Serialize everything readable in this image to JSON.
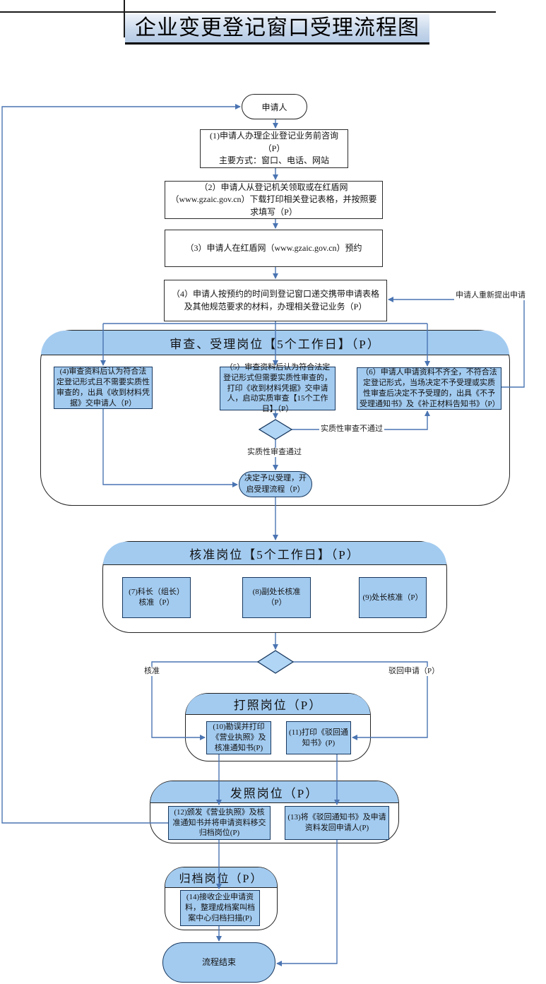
{
  "page": {
    "title": "企业变更登记窗口受理流程图"
  },
  "flow": {
    "start": "申请人",
    "steps": {
      "s1": "(1)申请人办理企业登记业务前咨询（P）\n主要方式：窗口、电话、网站",
      "s2": "（2）申请人从登记机关领取或在红盾网（www.gzaic.gov.cn）下载打印相关登记表格，并按照要求填写（P）",
      "s3": "（3）申请人在红盾网（www.gzaic.gov.cn）预约",
      "s4": "（4）申请人按预约的时间到登记窗口递交携带申请表格及其他规范要求的材料，办理相关登记业务（P）"
    },
    "review": {
      "header": "审查、受理岗位【5个工作日】（P）",
      "box4": "(4)审查资料后认为符合法定登记形式且不需要实质性审查的，出具《收到材料凭据》交申请人（P）",
      "box5": "（5）审查资料后认为符合法定登记形式但需要实质性审查的，打印《收到材料凭据》交申请人，启动实质审查【15个工作日】（P）",
      "box6": "（6）申请人申请资料不齐全，不符合法定登记形式，当场决定不予受理或实质性审查后决定不予受理的，出具《不予受理通知书》及《补正材料告知书》（P）",
      "accept_oval": "决定予以受理，开启受理流程（P）"
    },
    "labels": {
      "reapply": "申请人重新提出申请",
      "review_fail": "实质性审查不通过",
      "review_pass": "实质性审查通过",
      "approve": "核准",
      "reject": "驳回申请（P）"
    },
    "approval": {
      "header": "核准岗位【5个工作日】（P）",
      "box7": "(7)科长（组长）核准（P）",
      "box8": "(8)副处长核准（P）",
      "box9": "(9)处长核准（P）"
    },
    "print": {
      "header": "打照岗位（P）",
      "box10": "(10)勘误并打印《营业执照》及核准通知书(P)",
      "box11": "(11)打印《驳回通知书》(P)"
    },
    "issue": {
      "header": "发照岗位（P）",
      "box12": "(12)颁发《营业执照》及核准通知书并将申请资料移交归档岗位(P)",
      "box13": "(13)将《驳回通知书》及申请资料发回申请人(P)"
    },
    "archive": {
      "header": "归档岗位（P）",
      "box14": "(14)接收企业申请资料，整理成档案叫档案中心归档扫描(P)"
    },
    "end": "流程结束"
  },
  "colors": {
    "shape_fill": "#a3cbf0",
    "diamond_fill": "#b0d5f5",
    "line": "#4a74b2",
    "shape_border": "#17375e"
  }
}
